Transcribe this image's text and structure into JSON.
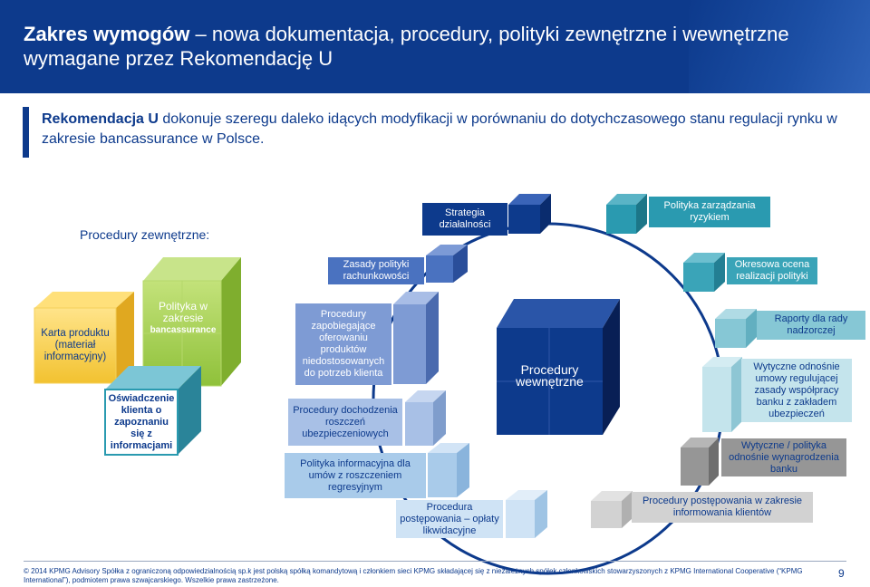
{
  "header": {
    "title_bold": "Zakres wymogów",
    "title_rest": "– nowa dokumentacja, procedury, polityki zewnętrzne i wewnętrzne wymagane przez Rekomendację U"
  },
  "intro": {
    "bold": "Rekomendacja U",
    "rest": "dokonuje szeregu daleko idących modyfikacji w porównaniu do dotychczasowego stanu regulacji rynku w zakresie bancassurance w Polsce."
  },
  "diagram": {
    "external_label": "Procedury zewnętrzne:",
    "internal_label": "Procedury wewnętrzne",
    "external": {
      "karta": "Karta produktu (materiał informacyjny)",
      "polityka_title": "Polityka w zakresie",
      "polityka_sub": "bancassurance",
      "oswiadczenie": "Oświadczenie klienta o zapoznaniu się z informacjami"
    },
    "left_items": {
      "zasady": "Zasady polityki rachunkowości",
      "zapobiegajace": "Procedury zapobiegające oferowaniu produktów niedostosowanych do potrzeb klienta",
      "dochodzenia": "Procedury dochodzenia roszczeń ubezpieczeniowych",
      "informacyjna": "Polityka informacyjna dla umów z roszczeniem regresyjnym",
      "oplaty": "Procedura postępowania – opłaty likwidacyjne"
    },
    "top_items": {
      "strategia": "Strategia działalności"
    },
    "right_items": {
      "zarzadzanie": "Polityka zarządzania ryzykiem",
      "ocena": "Okresowa ocena realizacji polityki",
      "raporty": "Raporty dla rady nadzorczej",
      "wytyczne_umowy": "Wytyczne odnośnie umowy regulującej zasady współpracy banku z zakładem ubezpieczeń",
      "wytyczne_wynagr": "Wytyczne / polityka odnośnie wynagrodzenia banku",
      "reklamacje": "Procedury postępowania w zakresie informowania klientów"
    },
    "colors": {
      "navy": "#0d3a8c",
      "teal": "#2a9ab0",
      "yellow": "#f2c230",
      "green": "#98c83c",
      "mid_blue": "#4a72c0",
      "light_blue": "#a9cbea"
    }
  },
  "footer": {
    "text": "© 2014 KPMG Advisory Spółka z ograniczoną odpowiedzialnością sp.k jest polską spółką komandytową i członkiem sieci KPMG składającej się z niezależnych spółek członkowskich stowarzyszonych z KPMG International Cooperative (“KPMG International”), podmiotem prawa szwajcarskiego. Wszelkie prawa zastrzeżone.",
    "page_number": "9"
  }
}
